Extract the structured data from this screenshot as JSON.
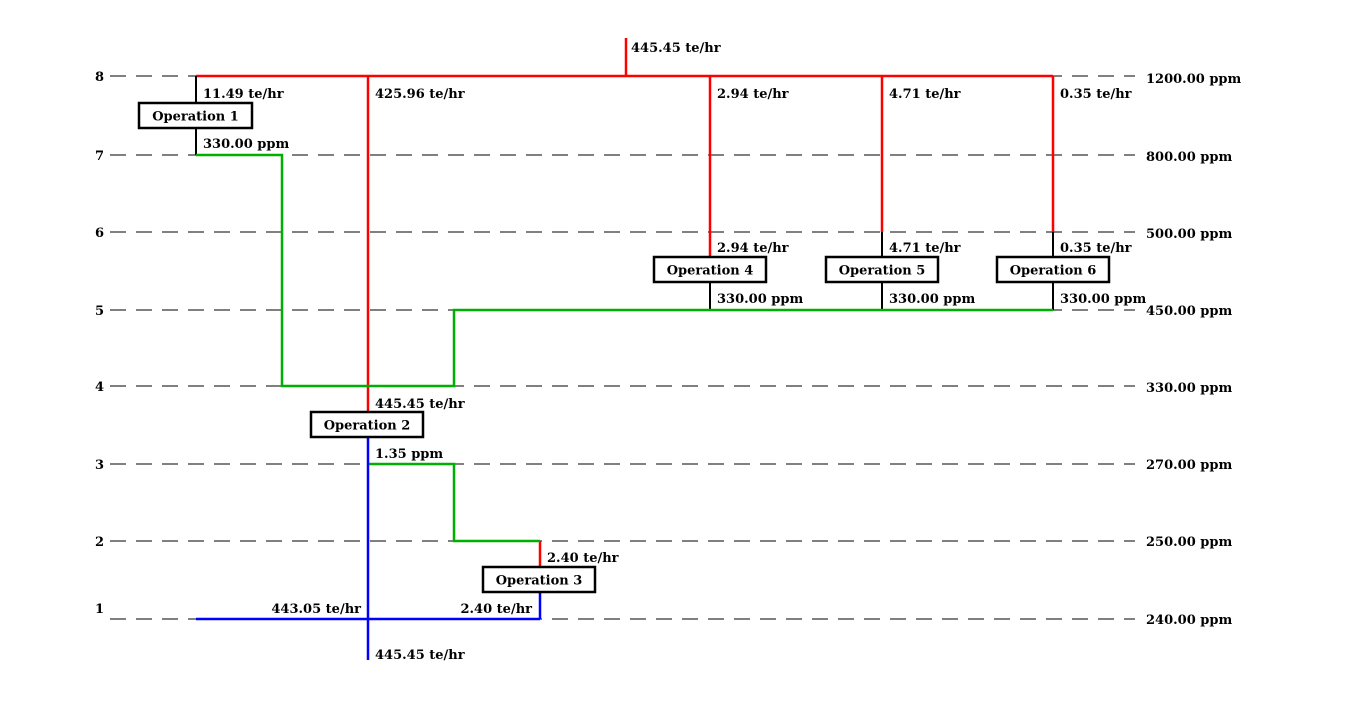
{
  "levels": [
    {
      "num": "8",
      "ppm": "1200.00 ppm"
    },
    {
      "num": "7",
      "ppm": "800.00 ppm"
    },
    {
      "num": "6",
      "ppm": "500.00 ppm"
    },
    {
      "num": "5",
      "ppm": "450.00 ppm"
    },
    {
      "num": "4",
      "ppm": "330.00 ppm"
    },
    {
      "num": "3",
      "ppm": "270.00 ppm"
    },
    {
      "num": "2",
      "ppm": "250.00 ppm"
    },
    {
      "num": "1",
      "ppm": "240.00 ppm"
    }
  ],
  "operations": [
    {
      "label": "Operation 1",
      "inlet_flow": "11.49 te/hr",
      "outlet_conc": "330.00 ppm"
    },
    {
      "label": "Operation 2",
      "inlet_flow": "445.45 te/hr",
      "outlet_conc": "1.35 ppm"
    },
    {
      "label": "Operation 3",
      "inlet_flow": "2.40 te/hr",
      "outlet_flow": "2.40 te/hr"
    },
    {
      "label": "Operation 4",
      "inlet_flow": "2.94 te/hr",
      "feed_flow": "2.94 te/hr",
      "outlet_conc": "330.00 ppm"
    },
    {
      "label": "Operation 5",
      "inlet_flow": "4.71 te/hr",
      "feed_flow": "4.71 te/hr",
      "outlet_conc": "330.00 ppm"
    },
    {
      "label": "Operation 6",
      "inlet_flow": "0.35 te/hr",
      "feed_flow": "0.35 te/hr",
      "outlet_conc": "330.00 ppm"
    }
  ],
  "flows": {
    "source_total": "445.45 te/hr",
    "op2_feed": "425.96 te/hr",
    "bypass": "443.05 te/hr",
    "final_output": "445.45 te/hr"
  },
  "colors": {
    "source_stream": "#ff0000",
    "intermediate_stream": "#00b000",
    "product_stream": "#0000ff",
    "level_line": "#000000"
  }
}
